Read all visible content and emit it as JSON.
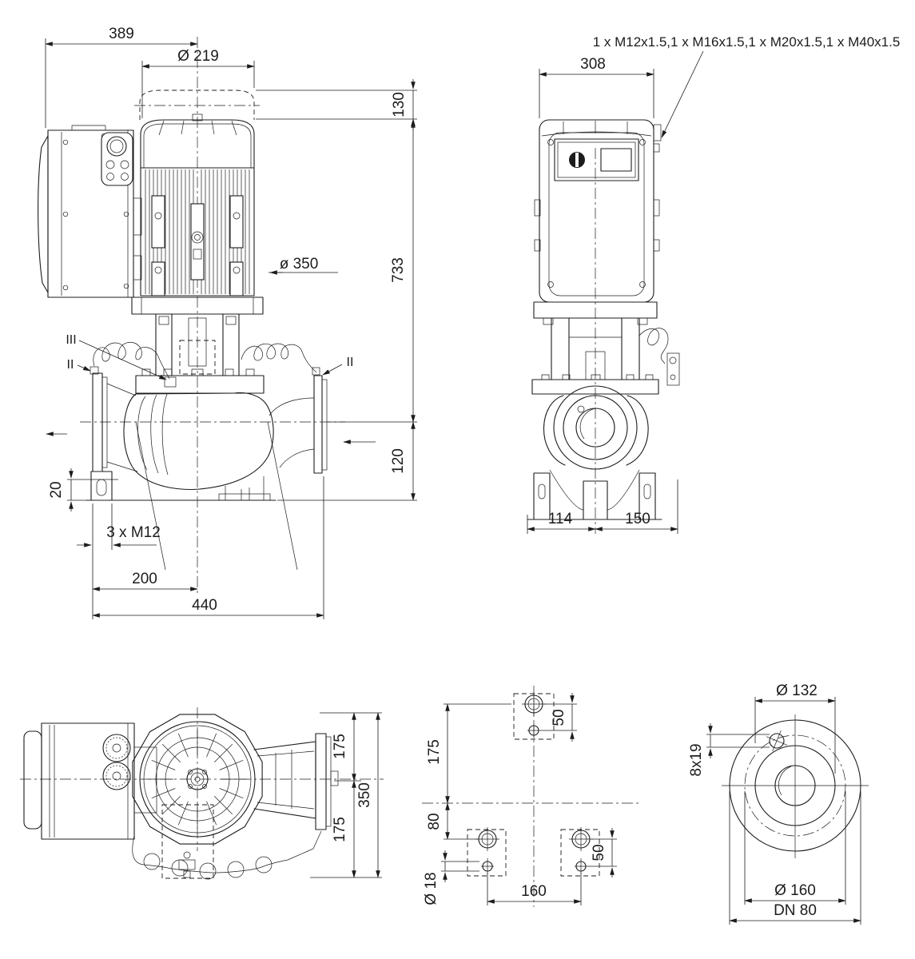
{
  "drawing": {
    "type": "technical-dimensional-drawing",
    "ink_color": "#1c1c1c",
    "background": "#ffffff",
    "side_view": {
      "dim_width_top": "389",
      "dim_motor_diameter": "Ø 219",
      "dim_reserve_height": "130",
      "dim_total_height": "733",
      "dim_port_height": "120",
      "dim_clearance_diameter": "ø 350",
      "dim_foot_slot": "20",
      "dim_foot_thread": "3 x M12",
      "dim_center_to_flange": "200",
      "dim_total_length": "440",
      "label_sensor_left": "II",
      "label_sensor_mid": "III",
      "label_sensor_right": "II"
    },
    "front_view": {
      "callout_cable_glands": "1 x M12x1.5,1 x M16x1.5,1 x M20x1.5,1 x M40x1.5",
      "dim_module_width": "308",
      "dim_base_left": "114",
      "dim_base_right": "150"
    },
    "top_view": {
      "dim_half_top": "175",
      "dim_half_bottom": "175",
      "dim_total_width": "350"
    },
    "foundation_view": {
      "dim_front_to_center": "175",
      "dim_center_to_rear": "80",
      "dim_hole_diameter": "Ø 18",
      "dim_offset_top_pad": "50",
      "dim_offset_rear_pad": "50",
      "dim_bolt_spacing": "160"
    },
    "flange_view": {
      "dim_hub_diameter": "Ø 132",
      "dim_bolt_holes": "8x19",
      "dim_bolt_circle": "Ø 160",
      "dim_nominal": "DN 80"
    }
  }
}
